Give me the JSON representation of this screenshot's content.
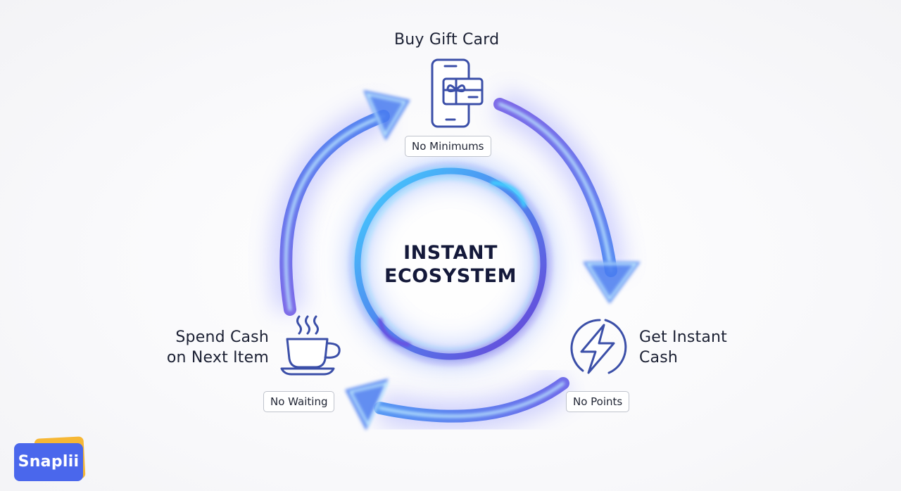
{
  "center": {
    "line1": "INSTANT",
    "line2": "ECOSYSTEM"
  },
  "steps": [
    {
      "id": "buy-gift-card",
      "lines": [
        "Buy Gift Card"
      ],
      "badge": "No Minimums",
      "icon": "phone-gift-card-icon"
    },
    {
      "id": "get-instant-cash",
      "lines": [
        "Get Instant",
        "Cash"
      ],
      "badge": "No Points",
      "icon": "lightning-bolt-icon"
    },
    {
      "id": "spend-cash",
      "lines": [
        "Spend Cash",
        "on Next Item"
      ],
      "badge": "No Waiting",
      "icon": "coffee-cup-icon"
    }
  ],
  "logo": {
    "text": "Snaplii"
  },
  "colors": {
    "arrow_blue": "#4a63e6",
    "arrow_violet": "#7b4fe0",
    "glow_cyan": "#4fd6ff",
    "ring_cyan": "#4cc8f5",
    "ring_violet": "#6a4ad9",
    "icon_stroke": "#3b4fa8",
    "text_dark": "#1b2033",
    "logo_blue": "#4a67ec",
    "logo_orange": "#f6b735"
  }
}
